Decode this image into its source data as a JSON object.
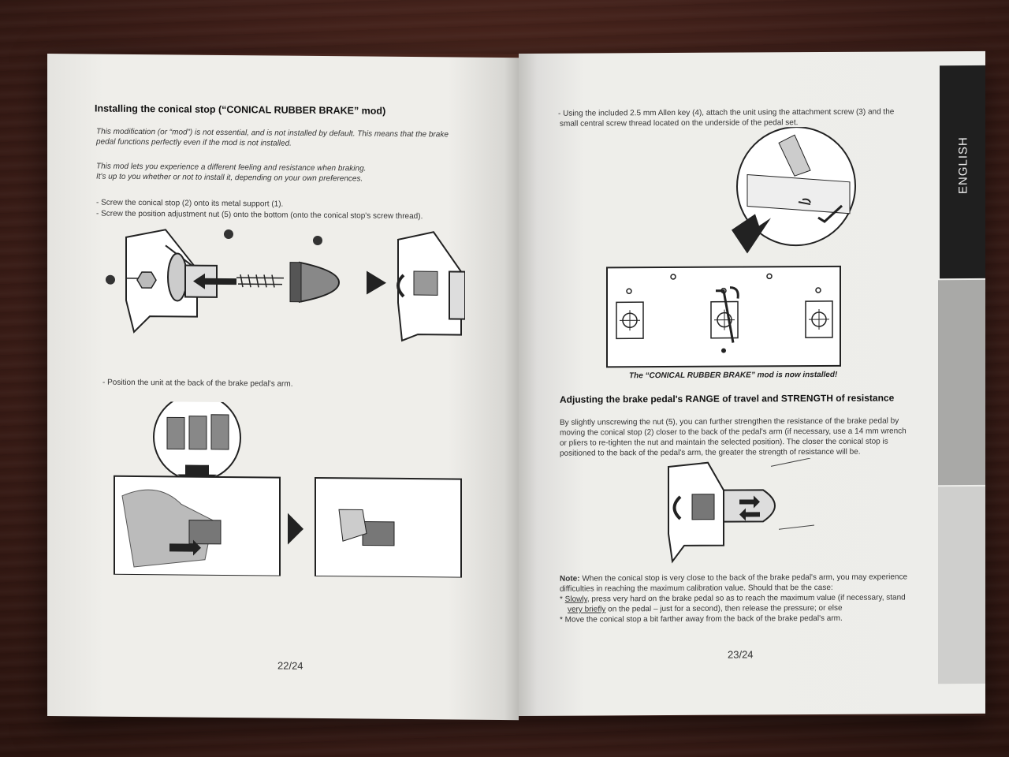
{
  "left_page": {
    "title": "Installing the conical stop (“CONICAL RUBBER BRAKE” mod)",
    "intro_1": "This modification (or “mod”) is not essential, and is not installed by default. This means that the brake pedal functions perfectly even if the mod is not installed.",
    "intro_2a": "This mod lets you experience a different feeling and resistance when braking.",
    "intro_2b": "It's up to you whether or not to install it, depending on your own preferences.",
    "step_1": "- Screw the conical stop (2) onto its metal support (1).",
    "step_2": "- Screw the position adjustment nut (5) onto the bottom (onto the conical stop's screw thread).",
    "step_3": "- Position the unit at the back of the brake pedal's arm.",
    "page_number": "22/24"
  },
  "right_page": {
    "step_4a": "- Using the included 2.5 mm Allen key (4), attach the unit using the attachment screw (3) and the",
    "step_4b": "small central screw thread located on the underside of the pedal set.",
    "caption": "The “CONICAL RUBBER BRAKE” mod is now installed!",
    "section_title": "Adjusting the brake pedal's RANGE of travel and STRENGTH of resistance",
    "body_1": "By slightly unscrewing the nut (5), you can further strengthen the resistance of the brake pedal by",
    "body_2": "moving the conical stop (2) closer to the back of the pedal's arm (if necessary, use a 14 mm wrench",
    "body_3": "or pliers to re-tighten the nut and maintain the selected position). The closer the conical stop is",
    "body_4": "positioned to the back of the pedal's arm, the greater the strength of resistance will be.",
    "note_label": "Note:",
    "note_1": "When the conical stop is very close to the back of the brake pedal's arm, you may experience",
    "note_2": "difficulties in reaching the maximum calibration value. Should that be the case:",
    "bullet_1_u": "Slowly",
    "bullet_1_rest": ", press very hard on the brake pedal so as to reach the maximum value (if necessary, stand",
    "bullet_1_u2": "very briefly",
    "bullet_1_rest2": " on the pedal – just for a second), then release the pressure; or else",
    "bullet_2": "Move the conical stop a bit farther away from the back of the brake pedal's arm.",
    "page_number": "23/24",
    "tab_label": "ENGLISH"
  }
}
